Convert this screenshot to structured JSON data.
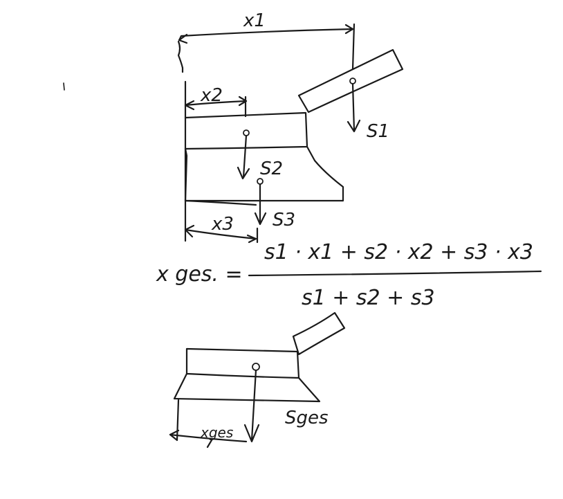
{
  "top_figure": {
    "dim_x1": "x1",
    "dim_x2": "x2",
    "dim_x3": "x3",
    "force_s1": "S1",
    "force_s2": "S2",
    "force_s3": "S3"
  },
  "equation": {
    "lhs": "x ges. =",
    "numerator": "s1 · x1 + s2 · x2 + s3 · x3",
    "denominator": "s1 + s2 + s3"
  },
  "bottom_figure": {
    "dim_xges": "xges",
    "force_sges": "Sges"
  }
}
